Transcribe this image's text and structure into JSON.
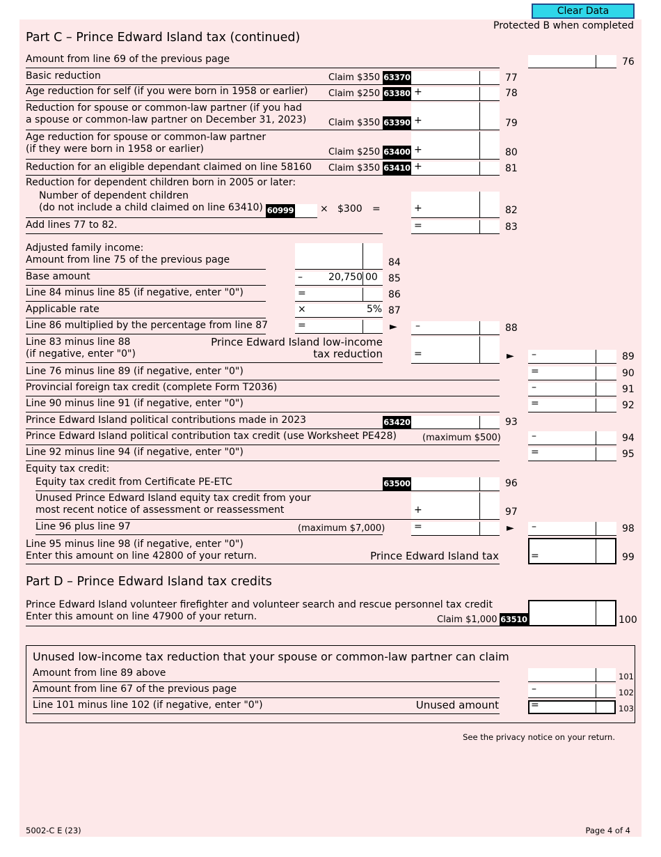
{
  "header": {
    "clear_button": "Clear Data",
    "protected": "Protected B when completed"
  },
  "partC": {
    "title": "Part C – Prince Edward Island tax (continued)",
    "l76": "Amount from line 69 of the previous page",
    "l77": "Basic reduction",
    "l77_claim": "Claim $350",
    "l78": "Age reduction for self (if you were born in 1958 or earlier)",
    "l78_claim": "Claim $250",
    "l79a": "Reduction for spouse or common-law partner (if you had",
    "l79b": "a spouse or common-law partner on December 31, 2023)",
    "l79_claim": "Claim $350",
    "l80a": "Age reduction for spouse or common-law partner",
    "l80b": "(if they were born in 1958 or earlier)",
    "l80_claim": "Claim $250",
    "l81": "Reduction for an eligible dependant claimed on line 58160",
    "l81_claim": "Claim $350",
    "l82_head": "Reduction for dependent children born in 2005 or later:",
    "l82a": "Number of dependent children",
    "l82b": "(do not include a child claimed on line 63410)",
    "l82_times": "×",
    "l82_rate": "$300",
    "l82_eq": "=",
    "l83": "Add lines 77 to 82.",
    "l84a": "Adjusted family income:",
    "l84b": "Amount from line 75 of the previous page",
    "l85": "Base amount",
    "l85_value": "20,750",
    "l85_cents": "00",
    "l86": "Line 84 minus line 85 (if negative, enter \"0\")",
    "l87": "Applicable rate",
    "l87_rate": "5%",
    "l88": "Line 86 multiplied by the percentage from line 87",
    "l89a": "Line 83 minus line 88",
    "l89b": "(if negative, enter \"0\")",
    "l89_right1": "Prince Edward Island low-income",
    "l89_right2": "tax reduction",
    "l90": "Line 76 minus line 89 (if negative, enter \"0\")",
    "l91": "Provincial foreign tax credit (complete Form T2036)",
    "l92": "Line 90 minus line 91 (if negative, enter \"0\")",
    "l93": "Prince Edward Island political contributions made in 2023",
    "l94": "Prince Edward Island political contribution tax credit (use Worksheet PE428)",
    "l94_max": "(maximum $500)",
    "l95": "Line 92 minus line 94 (if negative, enter \"0\")",
    "equity_head": "Equity tax credit:",
    "l96": "Equity tax credit from Certificate PE-ETC",
    "l97a": "Unused Prince Edward Island equity tax credit from your",
    "l97b": "most recent notice of assessment or reassessment",
    "l98": "Line 96 plus line 97",
    "l98_max": "(maximum $7,000)",
    "l99a": "Line 95 minus line 98 (if negative, enter \"0\")",
    "l99b": "Enter this amount on line 42800 of your return.",
    "l99_right": "Prince Edward Island tax"
  },
  "partD": {
    "title": "Part D – Prince Edward Island tax credits",
    "l100a": "Prince Edward Island volunteer firefighter and volunteer search and rescue personnel tax credit",
    "l100b": "Enter this amount on line 47900 of your return.",
    "l100_claim": "Claim $1,000"
  },
  "unused": {
    "title": "Unused low-income tax reduction that your spouse or common-law partner can claim",
    "l101": "Amount from line 89 above",
    "l102": "Amount from line 67 of the previous page",
    "l103": "Line 101 minus line 102 (if negative, enter \"0\")",
    "l103_right": "Unused amount"
  },
  "codes": {
    "c63370": "63370",
    "c63380": "63380",
    "c63390": "63390",
    "c63400": "63400",
    "c63410": "63410",
    "c60999": "60999",
    "c63420": "63420",
    "c63500": "63500",
    "c63510": "63510"
  },
  "lines": {
    "n76": "76",
    "n77": "77",
    "n78": "78",
    "n79": "79",
    "n80": "80",
    "n81": "81",
    "n82": "82",
    "n83": "83",
    "n84": "84",
    "n85": "85",
    "n86": "86",
    "n87": "87",
    "n88": "88",
    "n89": "89",
    "n90": "90",
    "n91": "91",
    "n92": "92",
    "n93": "93",
    "n94": "94",
    "n95": "95",
    "n96": "96",
    "n97": "97",
    "n98": "98",
    "n99": "99",
    "n100": "100",
    "n101": "101",
    "n102": "102",
    "n103": "103"
  },
  "ops": {
    "plus": "+",
    "minus": "–",
    "eq": "=",
    "times": "×",
    "arrow": "►"
  },
  "footer": {
    "privacy": "See the privacy notice on your return.",
    "form_id": "5002-C E (23)",
    "page": "Page 4 of 4"
  }
}
